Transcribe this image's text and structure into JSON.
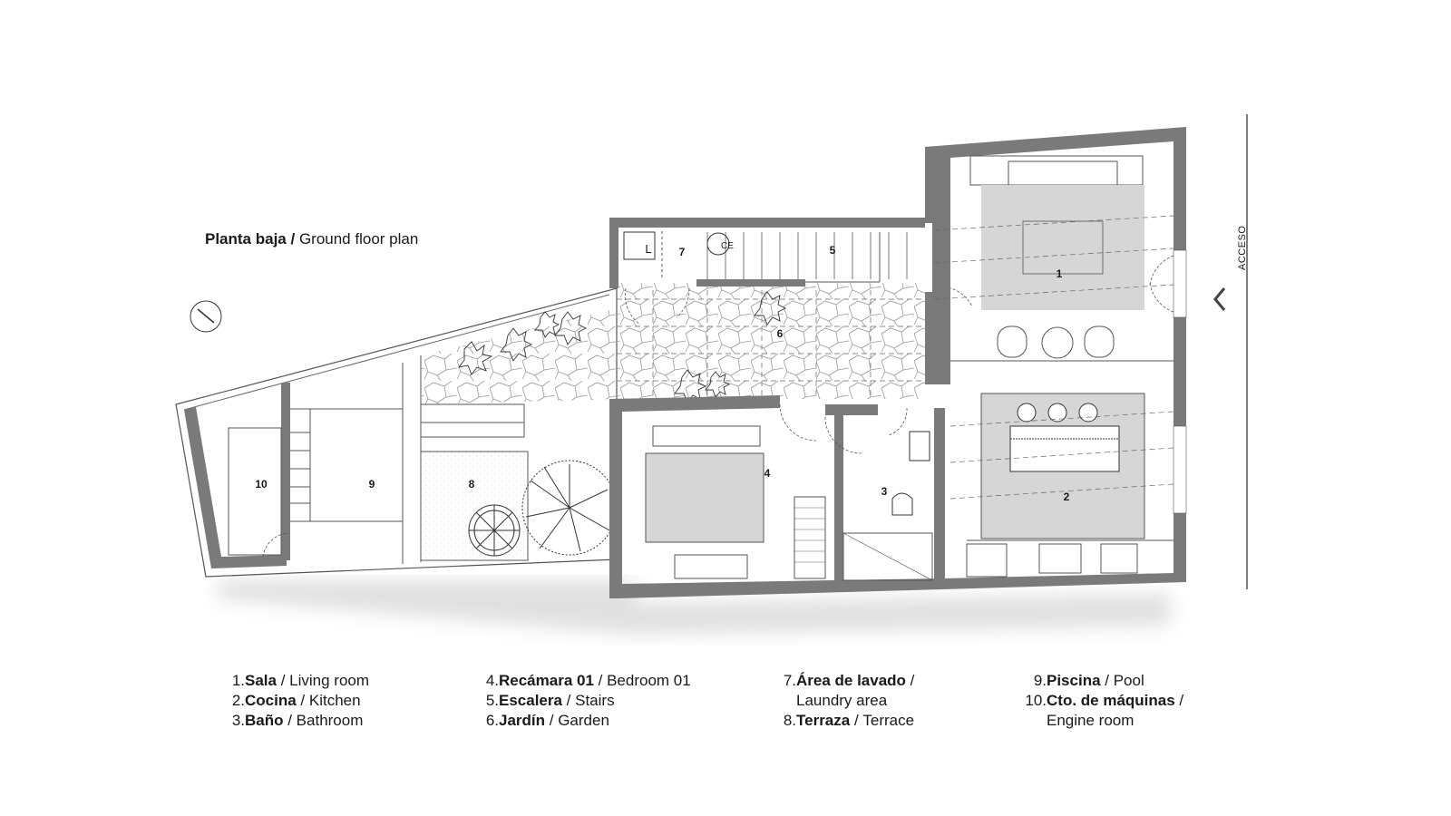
{
  "title": {
    "bold": "Planta baja /",
    "regular": "Ground floor plan"
  },
  "access_label": "ACCESO",
  "plan_labels": {
    "r1": "1",
    "r2": "2",
    "r3": "3",
    "r4": "4",
    "r5": "5",
    "r6": "6",
    "r7": "7",
    "r8": "8",
    "r9": "9",
    "r10": "10",
    "ce": "CE",
    "l": "L"
  },
  "legend": [
    {
      "num": "1.",
      "name": "Sala",
      "sep": " / ",
      "en": "Living room",
      "cont": ""
    },
    {
      "num": "2.",
      "name": "Cocina",
      "sep": " / ",
      "en": "Kitchen",
      "cont": ""
    },
    {
      "num": "3.",
      "name": "Baño",
      "sep": " / ",
      "en": "Bathroom",
      "cont": ""
    },
    {
      "num": "4.",
      "name": "Recámara 01",
      "sep": " / ",
      "en": "Bedroom 01",
      "cont": ""
    },
    {
      "num": "5.",
      "name": "Escalera",
      "sep": " / ",
      "en": "Stairs",
      "cont": ""
    },
    {
      "num": "6.",
      "name": "Jardín",
      "sep": " / ",
      "en": "Garden",
      "cont": ""
    },
    {
      "num": "7.",
      "name": "Área de lavado",
      "sep": " /",
      "en": "",
      "cont": "Laundry area"
    },
    {
      "num": "8.",
      "name": "Terraza",
      "sep": " / ",
      "en": "Terrace",
      "cont": ""
    },
    {
      "num": "9.",
      "name": "Piscina",
      "sep": " / ",
      "en": "Pool",
      "cont": ""
    },
    {
      "num": "10.",
      "name": "Cto. de máquinas",
      "sep": " /",
      "en": "",
      "cont": "Engine room"
    }
  ],
  "colors": {
    "wall": "#7a7a7a",
    "furniture_fill": "#d6d6d6",
    "line": "#444444"
  }
}
